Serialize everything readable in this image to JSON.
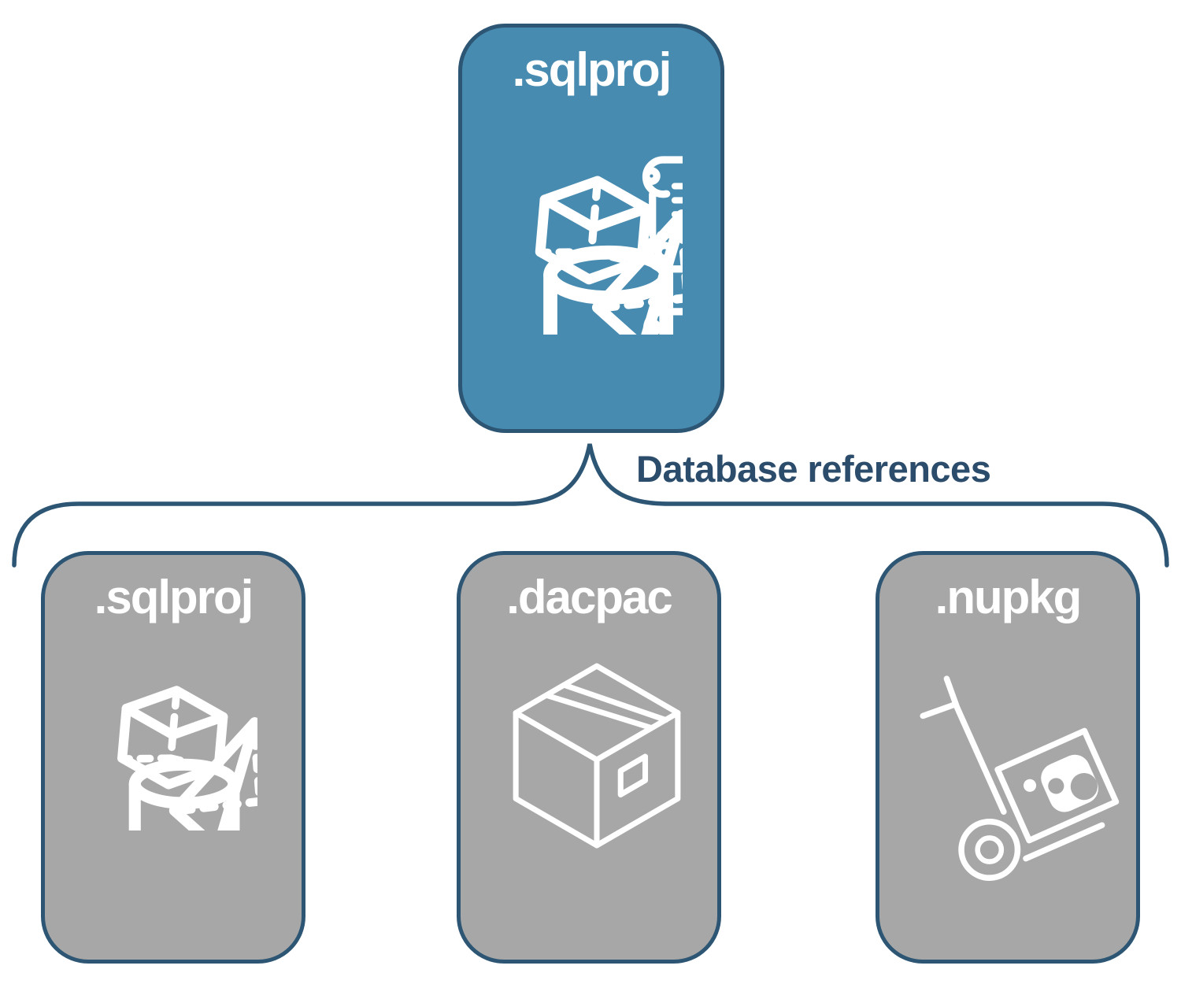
{
  "diagram": {
    "connector_label": "Database references",
    "root": {
      "label": ".sqlproj",
      "icons": [
        "script-scroll",
        "cube",
        "pyramid",
        "cylinder",
        "script-scroll"
      ]
    },
    "children": [
      {
        "label": ".sqlproj",
        "icons": [
          "cube",
          "pyramid",
          "cylinder"
        ]
      },
      {
        "label": ".dacpac",
        "icons": [
          "package-box"
        ]
      },
      {
        "label": ".nupkg",
        "icons": [
          "hand-truck-package"
        ]
      }
    ],
    "colors": {
      "root_fill": "#478CB0",
      "child_fill": "#A7A7A7",
      "outline": "#2D5574",
      "connector_text": "#2B4C6B",
      "icon_stroke": "#FFFFFF",
      "background": "#FFFFFF"
    }
  }
}
